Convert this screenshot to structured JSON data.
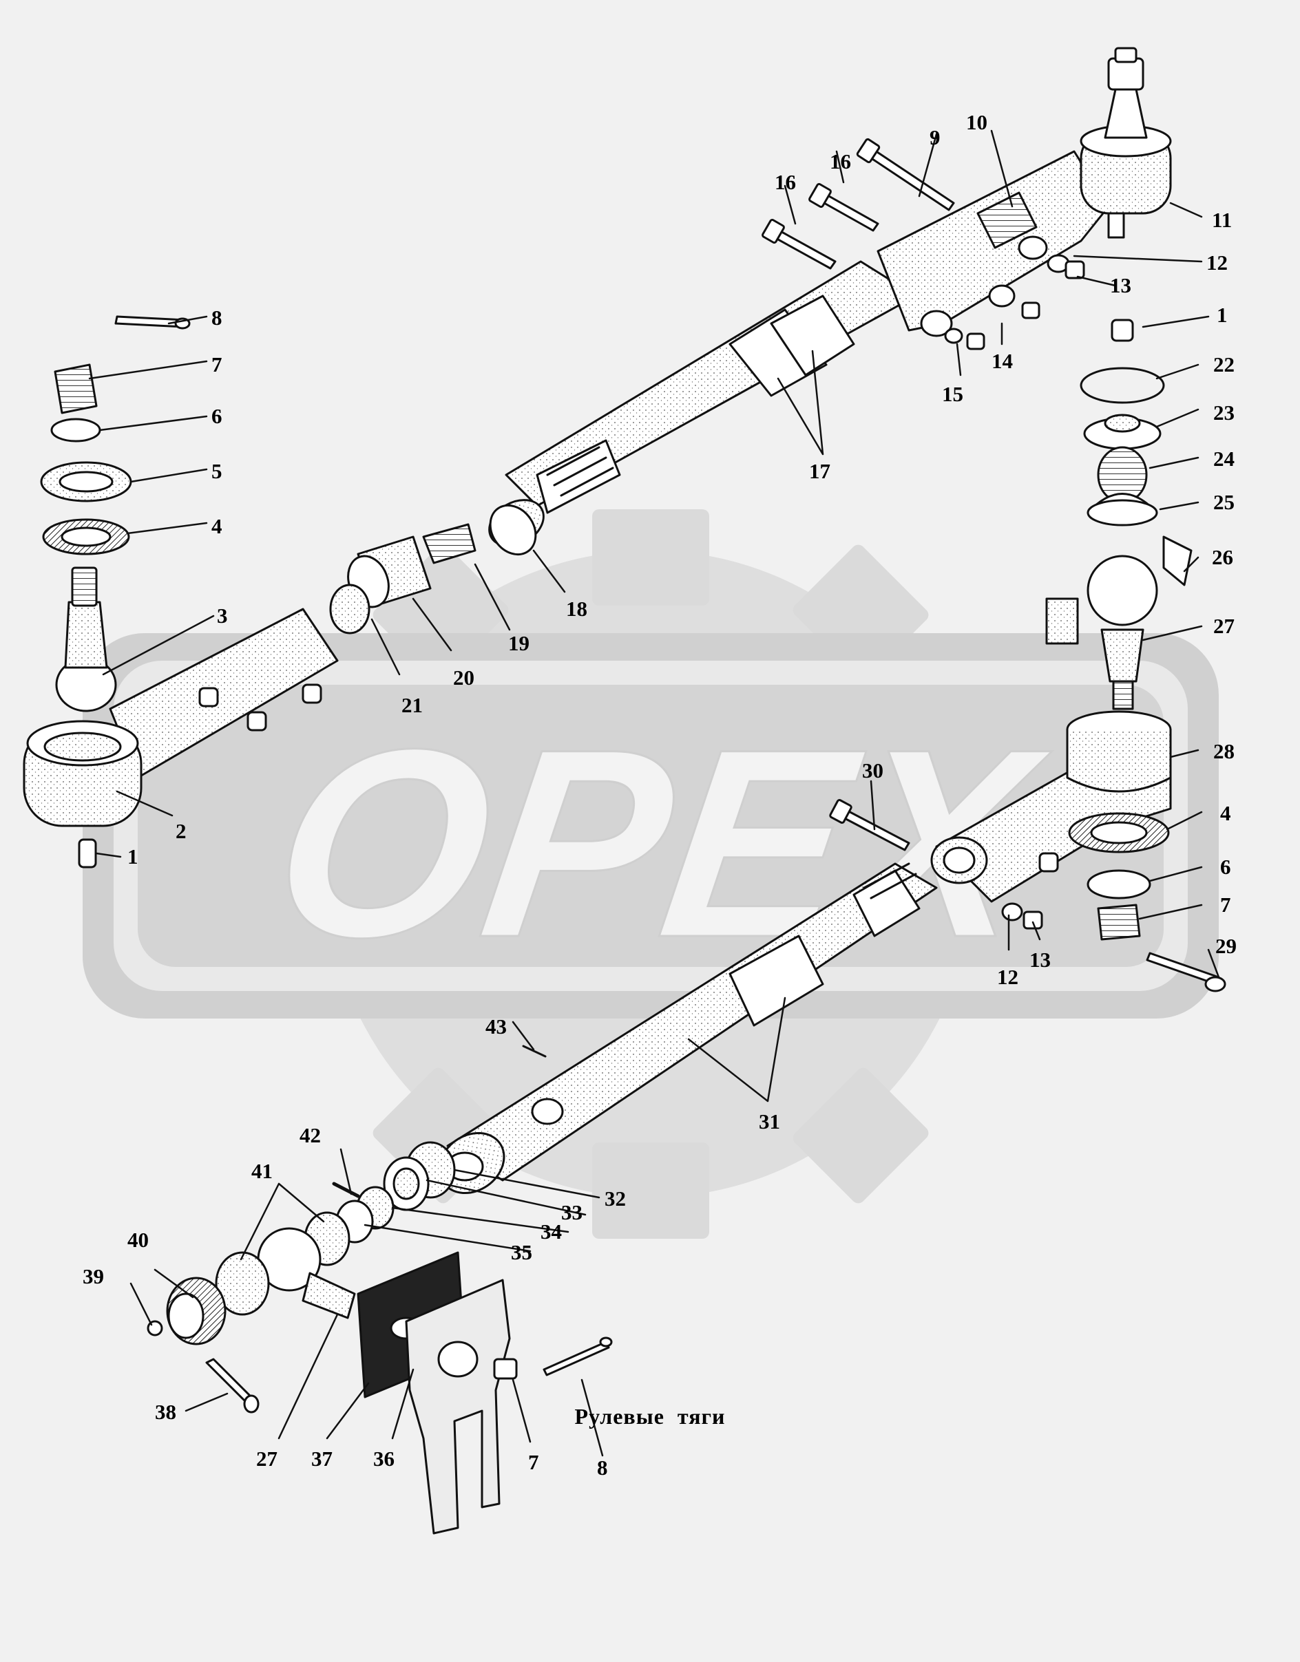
{
  "caption": "Рулевые тяги",
  "watermark": {
    "text": "OPEX",
    "color": "#d9d9d9"
  },
  "callouts": [
    "1",
    "2",
    "3",
    "4",
    "5",
    "6",
    "7",
    "8",
    "9",
    "10",
    "11",
    "12",
    "13",
    "14",
    "15",
    "16",
    "17",
    "18",
    "19",
    "20",
    "21",
    "22",
    "23",
    "24",
    "25",
    "26",
    "27",
    "28",
    "29",
    "30",
    "31",
    "32",
    "33",
    "34",
    "35",
    "36",
    "37",
    "38",
    "39",
    "40",
    "41",
    "42",
    "43"
  ]
}
